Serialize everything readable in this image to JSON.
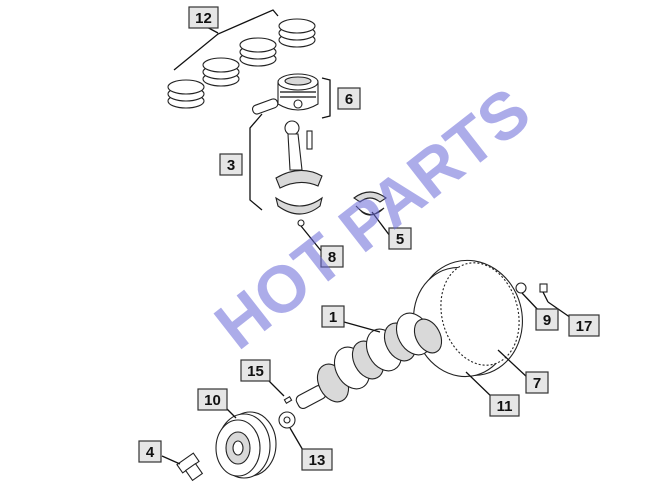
{
  "watermark": {
    "text": "HOT PARTS",
    "color": "#6a6ad8"
  },
  "callouts": [
    {
      "id": "12",
      "label": "12"
    },
    {
      "id": "6",
      "label": "6"
    },
    {
      "id": "3",
      "label": "3"
    },
    {
      "id": "5",
      "label": "5"
    },
    {
      "id": "8",
      "label": "8"
    },
    {
      "id": "1",
      "label": "1"
    },
    {
      "id": "9",
      "label": "9"
    },
    {
      "id": "17",
      "label": "17"
    },
    {
      "id": "15",
      "label": "15"
    },
    {
      "id": "10",
      "label": "10"
    },
    {
      "id": "7",
      "label": "7"
    },
    {
      "id": "11",
      "label": "11"
    },
    {
      "id": "4",
      "label": "4"
    },
    {
      "id": "13",
      "label": "13"
    }
  ]
}
